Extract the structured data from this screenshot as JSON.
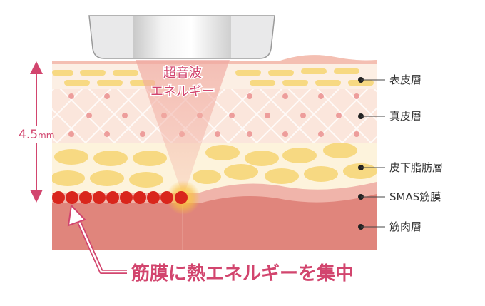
{
  "diagram": {
    "beam_label_line1": "超音波",
    "beam_label_line2": "エネルギー",
    "depth_label": "4.5",
    "depth_unit": "mm",
    "layers": [
      {
        "label": "表皮層"
      },
      {
        "label": "真皮層"
      },
      {
        "label": "皮下脂肪層"
      },
      {
        "label": "SMAS筋膜"
      },
      {
        "label": "筋肉層"
      }
    ],
    "caption": "筋膜に熱エネルギーを集中",
    "colors": {
      "accent": "#d2456e",
      "muscle": "#e0857c",
      "fat": "#f7d982",
      "dermis": "#fbe9e0",
      "heat_dot": "#d9261c"
    }
  }
}
